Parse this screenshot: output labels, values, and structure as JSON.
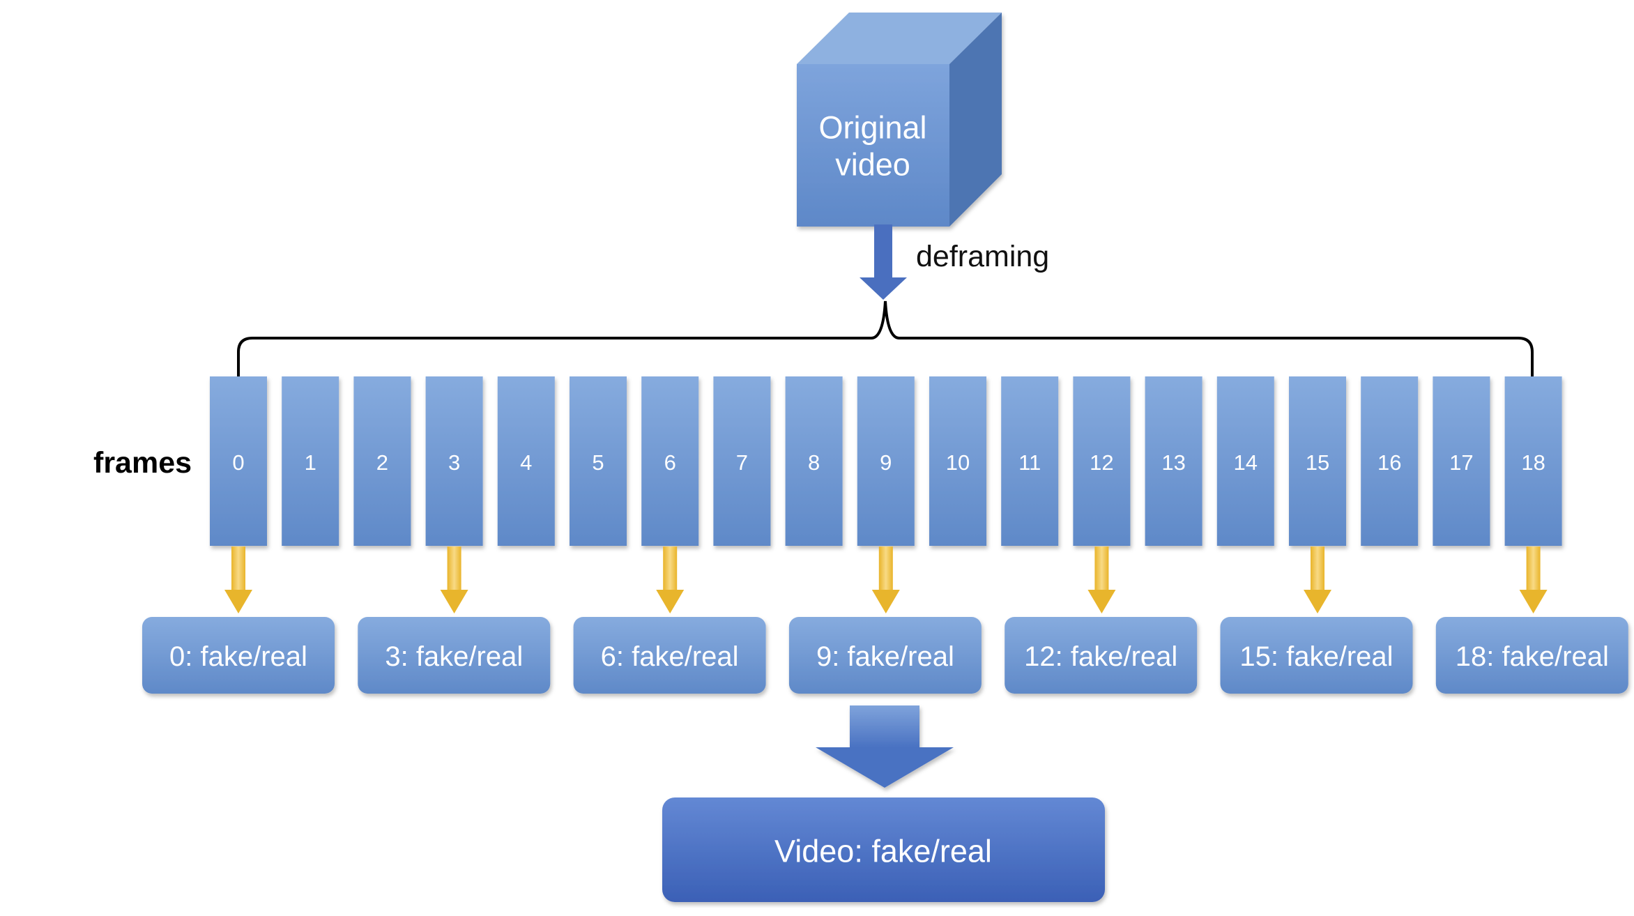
{
  "video": {
    "label_line1": "Original",
    "label_line2": "video"
  },
  "step_label": "deframing",
  "frames_label": "frames",
  "frames": [
    "0",
    "1",
    "2",
    "3",
    "4",
    "5",
    "6",
    "7",
    "8",
    "9",
    "10",
    "11",
    "12",
    "13",
    "14",
    "15",
    "16",
    "17",
    "18"
  ],
  "sampled_frame_indices": [
    0,
    3,
    6,
    9,
    12,
    15,
    18
  ],
  "frame_results": [
    "0: fake/real",
    "3: fake/real",
    "6: fake/real",
    "9: fake/real",
    "12: fake/real",
    "15: fake/real",
    "18: fake/real"
  ],
  "final_result": "Video: fake/real",
  "colors": {
    "box_top": "#86abde",
    "box_bottom": "#5f89c8",
    "cube_top": "#8eb1e0",
    "cube_side": "#4d74b2",
    "deframe_arrow": "#4a6fbf",
    "sample_arrow_top": "#f7d98a",
    "sample_arrow_bottom": "#e8b52c",
    "final_top": "#5f84d2",
    "final_bottom": "#3d63b8"
  }
}
